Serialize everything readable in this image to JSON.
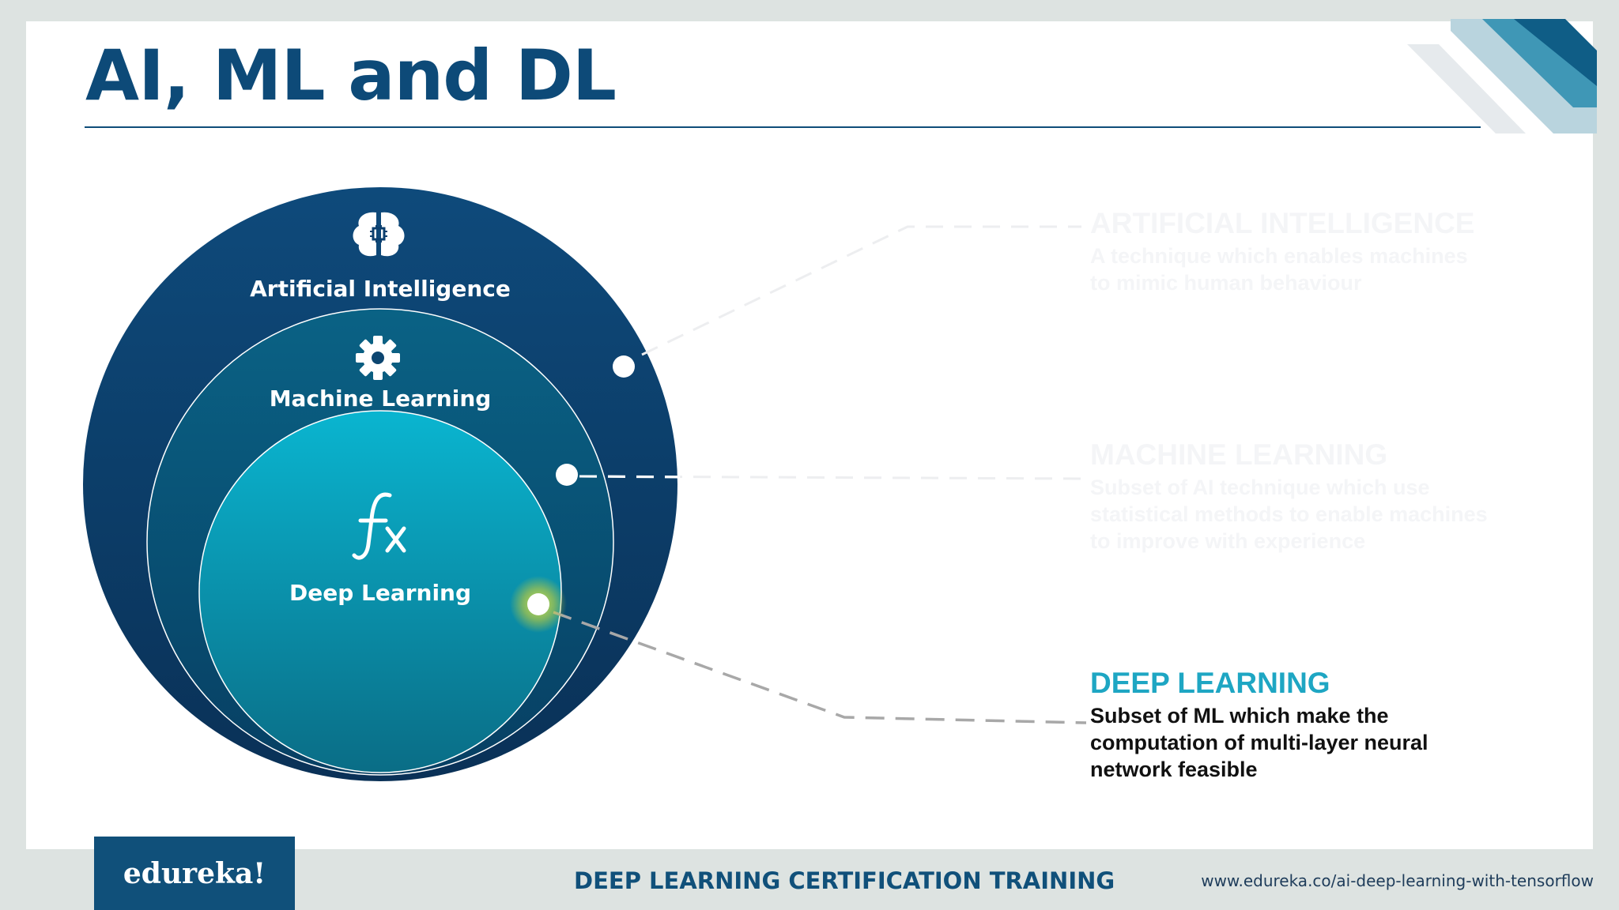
{
  "slide": {
    "title": "AI, ML and DL"
  },
  "circles": [
    {
      "label": "Artificial Intelligence",
      "icon": "brain-chip-icon"
    },
    {
      "label": "Machine Learning",
      "icon": "gear-icon"
    },
    {
      "label": "Deep Learning",
      "icon": "function-fx-icon"
    }
  ],
  "descriptions": {
    "ai": {
      "title": "ARTIFICIAL INTELLIGENCE",
      "lines": [
        "A technique which enables machines",
        "to mimic human behaviour"
      ]
    },
    "ml": {
      "title": "MACHINE LEARNING",
      "lines": [
        "Subset of AI technique which use",
        "statistical methods to enable machines",
        "to improve with experience"
      ]
    },
    "dl": {
      "title": "DEEP LEARNING",
      "lines": [
        "Subset of ML which make the",
        "computation of multi-layer neural",
        "network feasible"
      ]
    }
  },
  "footer": {
    "logo": "edureka!",
    "course": "DEEP LEARNING CERTIFICATION TRAINING",
    "url": "www.edureka.co/ai-deep-learning-with-tensorflow"
  },
  "colors": {
    "title": "#0d4a78",
    "ai_circle": "#0c3f6e",
    "ml_circle": "#0b6080",
    "dl_circle": "#10a7c2",
    "accent": "#1ea6c3",
    "highlight": "#c9d23c"
  }
}
